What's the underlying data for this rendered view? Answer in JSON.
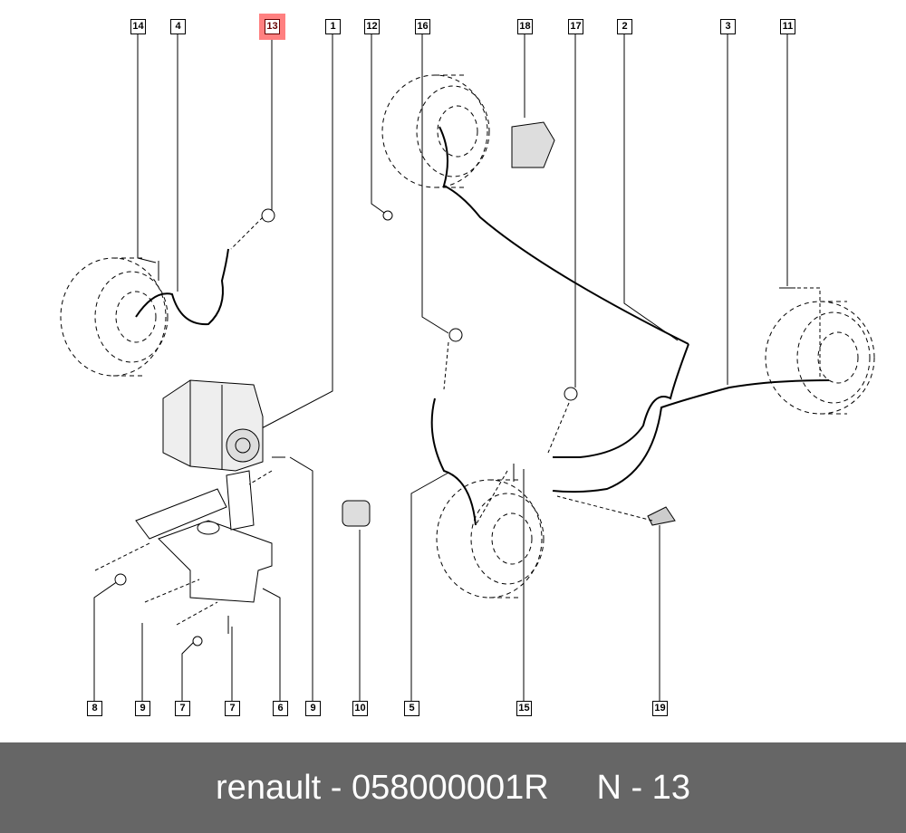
{
  "diagram": {
    "highlight_color": "#ff8080",
    "top_callouts": [
      "14",
      "4",
      "13",
      "1",
      "12",
      "16",
      "18",
      "17",
      "2",
      "3",
      "11"
    ],
    "bottom_callouts": [
      "8",
      "9",
      "7",
      "7",
      "6",
      "9",
      "10",
      "5",
      "15",
      "19"
    ],
    "highlighted_part": "13"
  },
  "footer": {
    "brand": "renault",
    "part_number": "058000001R",
    "ref": "N - 13"
  }
}
